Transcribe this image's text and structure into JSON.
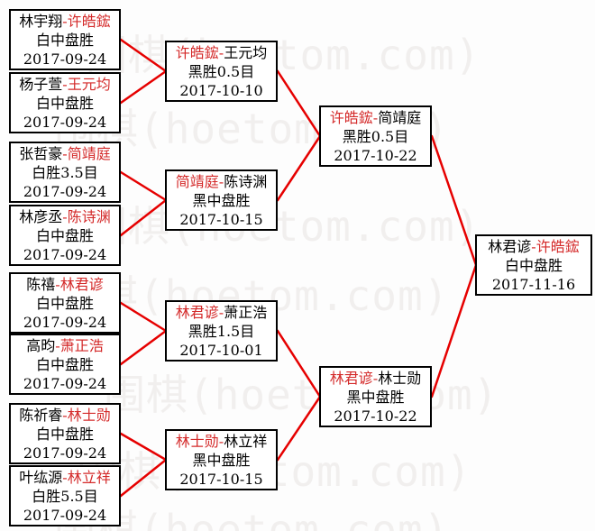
{
  "watermark": {
    "text": "围棋(hoetom.com)"
  },
  "colors": {
    "connector": "#e60000",
    "winner_name": "#d42a2a",
    "box_border": "#000000",
    "box_text": "#000000",
    "watermark": "#f1efee"
  },
  "separator": "-",
  "rounds": [
    {
      "id": "round-1",
      "matches": [
        {
          "player1": "林宇翔",
          "player2": "许皓鋐",
          "winner": 2,
          "result": "白中盘胜",
          "date": "2017-09-24"
        },
        {
          "player1": "杨子萱",
          "player2": "王元均",
          "winner": 2,
          "result": "白中盘胜",
          "date": "2017-09-24"
        },
        {
          "player1": "张哲豪",
          "player2": "简靖庭",
          "winner": 2,
          "result": "白胜3.5目",
          "date": "2017-09-24"
        },
        {
          "player1": "林彦丞",
          "player2": "陈诗渊",
          "winner": 2,
          "result": "白中盘胜",
          "date": "2017-09-24"
        },
        {
          "player1": "陈禧",
          "player2": "林君谚",
          "winner": 2,
          "result": "白中盘胜",
          "date": "2017-09-24"
        },
        {
          "player1": "高昀",
          "player2": "萧正浩",
          "winner": 2,
          "result": "白中盘胜",
          "date": "2017-09-24"
        },
        {
          "player1": "陈祈睿",
          "player2": "林士勋",
          "winner": 2,
          "result": "白中盘胜",
          "date": "2017-09-24"
        },
        {
          "player1": "叶纮源",
          "player2": "林立祥",
          "winner": 2,
          "result": "白胜5.5目",
          "date": "2017-09-24"
        }
      ]
    },
    {
      "id": "round-2",
      "matches": [
        {
          "player1": "许皓鋐",
          "player2": "王元均",
          "winner": 1,
          "result": "黑胜0.5目",
          "date": "2017-10-10"
        },
        {
          "player1": "简靖庭",
          "player2": "陈诗渊",
          "winner": 1,
          "result": "黑中盘胜",
          "date": "2017-10-15"
        },
        {
          "player1": "林君谚",
          "player2": "萧正浩",
          "winner": 1,
          "result": "黑胜1.5目",
          "date": "2017-10-01"
        },
        {
          "player1": "林士勋",
          "player2": "林立祥",
          "winner": 1,
          "result": "黑中盘胜",
          "date": "2017-10-15"
        }
      ]
    },
    {
      "id": "semifinals",
      "matches": [
        {
          "player1": "许皓鋐",
          "player2": "简靖庭",
          "winner": 1,
          "result": "黑胜0.5目",
          "date": "2017-10-22"
        },
        {
          "player1": "林君谚",
          "player2": "林士勋",
          "winner": 1,
          "result": "黑中盘胜",
          "date": "2017-10-22"
        }
      ]
    },
    {
      "id": "final",
      "matches": [
        {
          "player1": "林君谚",
          "player2": "许皓鋐",
          "winner": 2,
          "result": "白中盘胜",
          "date": "2017-11-16"
        }
      ]
    }
  ]
}
